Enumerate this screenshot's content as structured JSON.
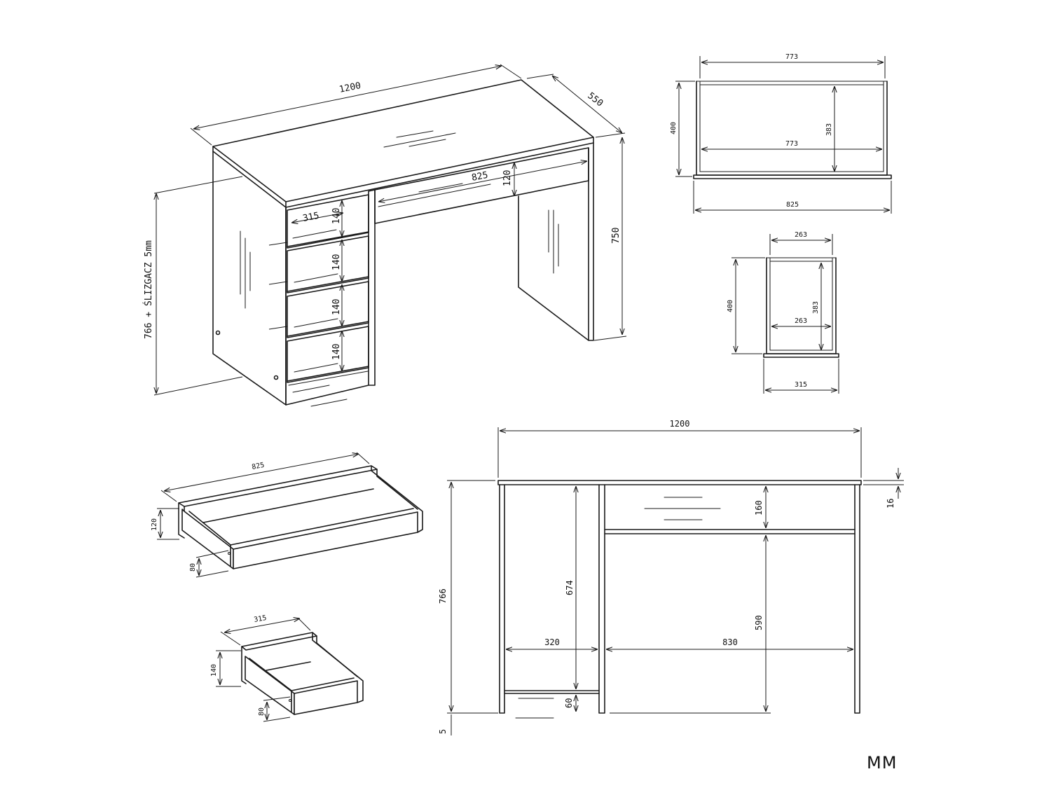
{
  "brand": {
    "logo_text": "MM",
    "line_color": "#1a1a1a"
  },
  "desk_3d": {
    "width": "1200",
    "depth": "550",
    "height": "750",
    "height_left": "766 + ŚLIZGACZ 5mm",
    "drawer_width": "825",
    "drawer_height": "120",
    "small_drawer_width": "315",
    "small_drawer_heights": [
      "140",
      "140",
      "140",
      "140"
    ]
  },
  "wide_drawer_top": {
    "outer_width": "773",
    "inner_width": "773",
    "outer_depth": "400",
    "inner_depth": "383",
    "front_width": "825"
  },
  "small_drawer_top": {
    "outer_width": "263",
    "inner_width": "263",
    "outer_depth": "400",
    "inner_depth": "383",
    "front_width": "315"
  },
  "wide_drawer_iso": {
    "width": "825",
    "front_height": "120",
    "side_height": "80"
  },
  "small_drawer_iso": {
    "width": "315",
    "front_height": "140",
    "side_height": "80"
  },
  "front_view": {
    "width": "1200",
    "height": "766",
    "top_thickness": "16",
    "glide": "5",
    "left_inner_height": "674",
    "plinth": "60",
    "left_width": "320",
    "right_width": "830",
    "drawer_height": "160",
    "knee_height": "590"
  }
}
